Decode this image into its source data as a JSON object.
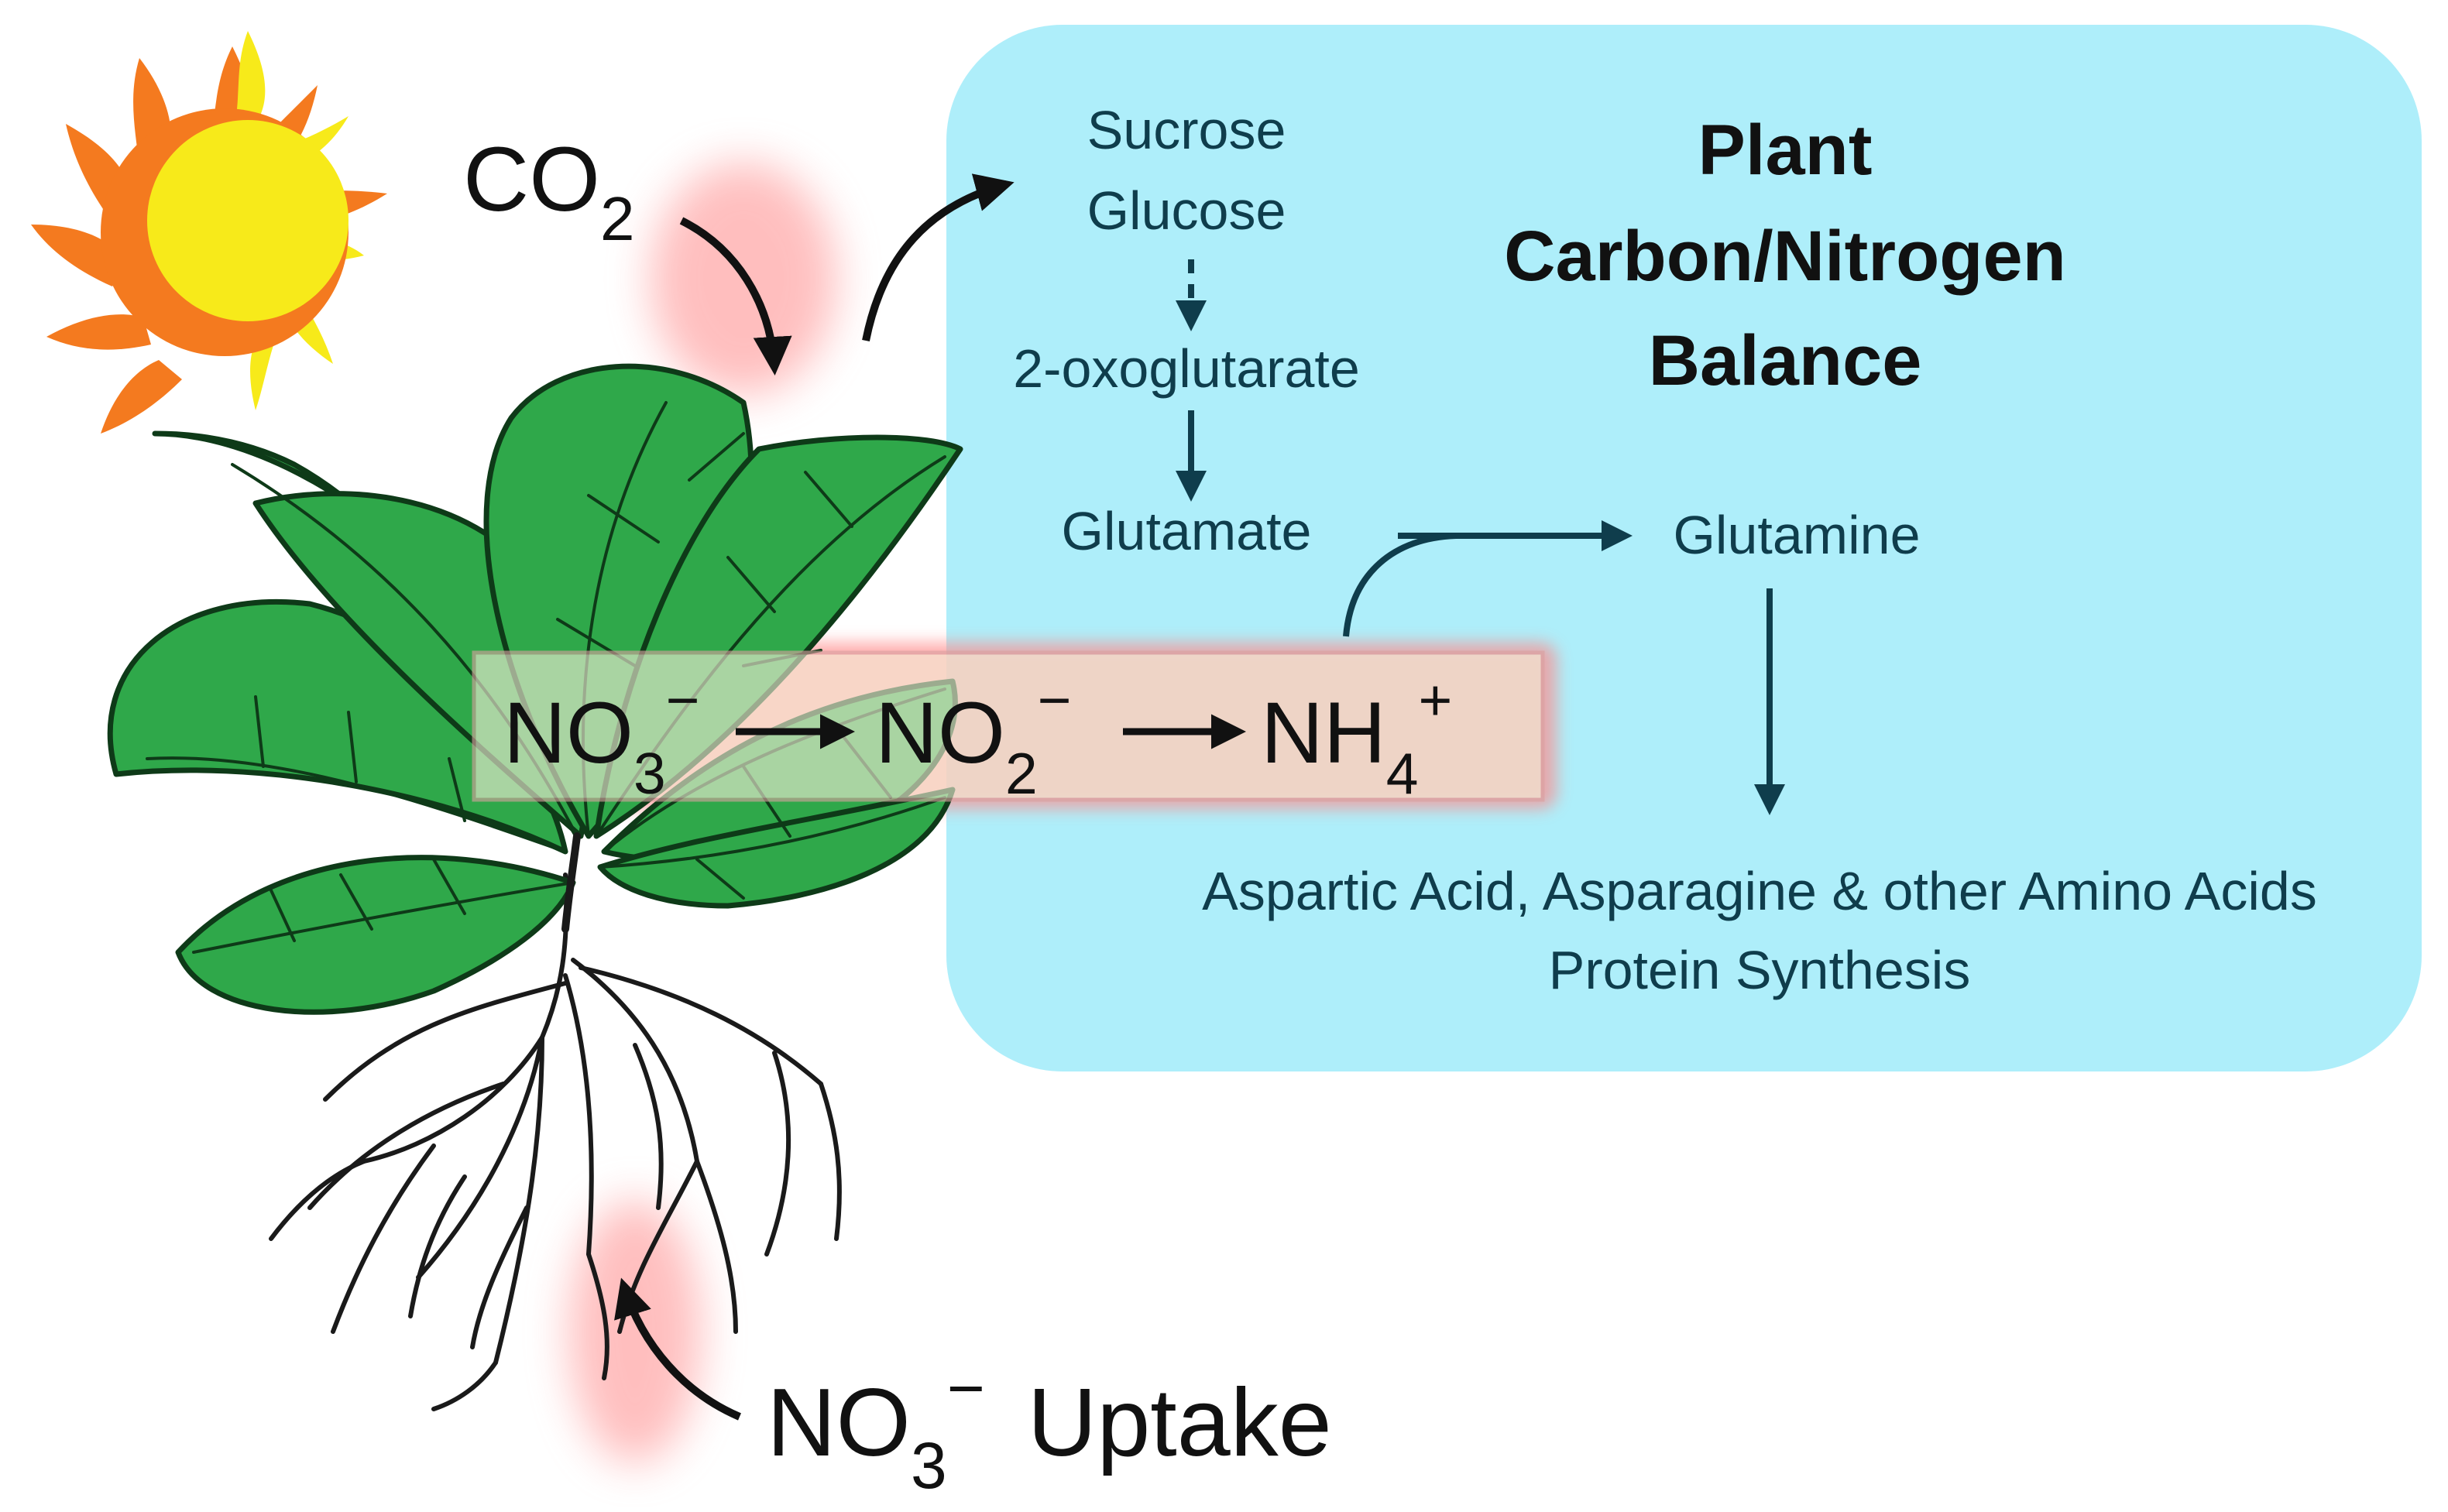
{
  "panel": {
    "title_line1": "Plant",
    "title_line2": "Carbon/Nitrogen",
    "title_line3": "Balance"
  },
  "pathway": {
    "sucrose": "Sucrose",
    "glucose": "Glucose",
    "oxoglutarate": "2-oxoglutarate",
    "glutamate": "Glutamate",
    "glutamine": "Glutamine",
    "products_line1": "Aspartic Acid, Asparagine & other Amino Acids",
    "products_line2": "Protein Synthesis"
  },
  "inputs": {
    "co2_base": "CO",
    "co2_sub": "2",
    "uptake_base": "NO",
    "uptake_sub": "3",
    "uptake_charge": "−",
    "uptake_word": "Uptake"
  },
  "reduction": {
    "nitrate_base": "NO",
    "nitrate_sub": "3",
    "nitrate_charge": "−",
    "nitrite_base": "NO",
    "nitrite_sub": "2",
    "nitrite_charge": "−",
    "ammonium_base": "NH",
    "ammonium_sub": "4",
    "ammonium_charge": "+"
  },
  "colors": {
    "panel": "#aeeefa",
    "leaf": "#2fa84a",
    "leaf_outline": "#0e3a18",
    "sun_outer": "#f47a1f",
    "sun_inner": "#f7ea1a",
    "glow": "#ff8a8a",
    "text_dark": "#0f3d4c"
  },
  "icons": {
    "sun": "sun-icon",
    "plant": "plant-illustration"
  }
}
